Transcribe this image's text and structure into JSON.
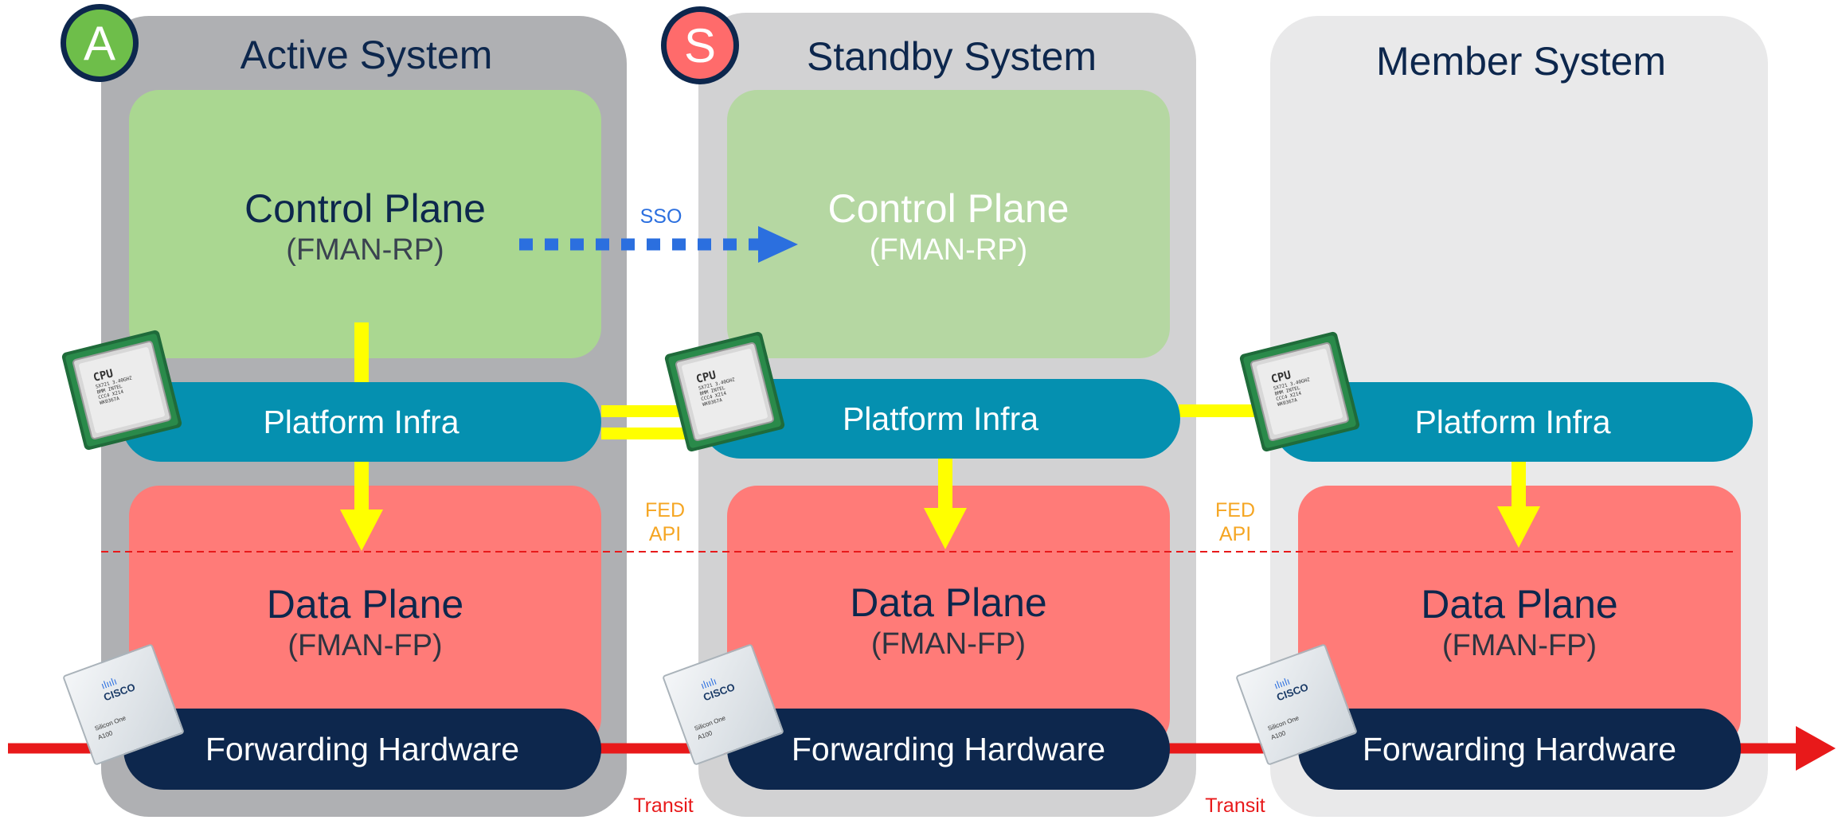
{
  "colors": {
    "active_bg": "#afb0b3",
    "standby_bg": "#d2d2d3",
    "member_bg": "#e9e9ea",
    "control_active": "#aad791",
    "control_standby": "#b5d7a2",
    "platform_infra": "#0590b0",
    "data_plane": "#ff7b78",
    "forwarding_hw": "#0d274d",
    "link_yellow": "#ffff00",
    "sso_blue": "#2b6fdf",
    "transit_red": "#e8191a",
    "fed_api_orange": "#f5a623",
    "badge_active": "#6ebe4a",
    "badge_standby": "#ff6b6b",
    "title_navy": "#0d274d"
  },
  "systems": [
    {
      "title": "Active System",
      "badge": "A",
      "control_plane": {
        "name": "Control Plane",
        "sub": "(FMAN-RP)"
      },
      "platform_infra": "Platform Infra",
      "data_plane": {
        "name": "Data Plane",
        "sub": "(FMAN-FP)"
      },
      "forwarding": "Forwarding Hardware"
    },
    {
      "title": "Standby System",
      "badge": "S",
      "control_plane": {
        "name": "Control Plane",
        "sub": "(FMAN-RP)"
      },
      "platform_infra": "Platform Infra",
      "data_plane": {
        "name": "Data Plane",
        "sub": "(FMAN-FP)"
      },
      "forwarding": "Forwarding Hardware"
    },
    {
      "title": "Member System",
      "platform_infra": "Platform Infra",
      "data_plane": {
        "name": "Data Plane",
        "sub": "(FMAN-FP)"
      },
      "forwarding": "Forwarding Hardware"
    }
  ],
  "sso_label": "SSO",
  "fed_api": [
    "FED",
    "API"
  ],
  "transit_label": "Transit",
  "cpu_chip": {
    "brand": "CPU",
    "lines": [
      "SX721 3.40GHZ",
      "BMM INTEL",
      "CCC4 X214",
      "WK0367A"
    ]
  },
  "asic_chip": {
    "logo_mark": "ılıılı",
    "brand": "CISCO",
    "product": "Silicon One",
    "model": "A100"
  }
}
